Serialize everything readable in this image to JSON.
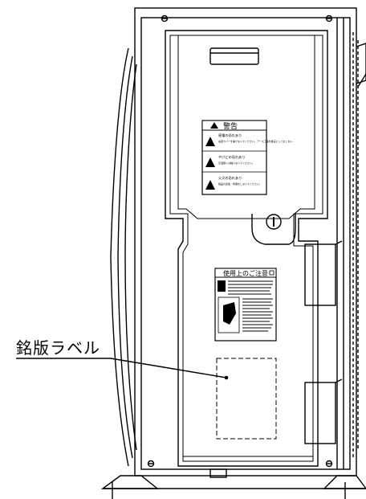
{
  "callout": {
    "label": "銘版ラベル"
  },
  "warning_label": {
    "header": "警告",
    "items": [
      {
        "title": "感電の恐れあり",
        "body": "電源カバーを開けないでください。アース工事を確実にしておこない…"
      },
      {
        "title": "やけどの恐れあり",
        "body": "高温部には触らないでください。"
      },
      {
        "title": "火災の恐れあり",
        "body": "製品の改造・修理をしないでください。"
      }
    ]
  },
  "caution_label": {
    "header": "使用上のご注意"
  },
  "colors": {
    "line": "#000000",
    "background": "#ffffff"
  }
}
